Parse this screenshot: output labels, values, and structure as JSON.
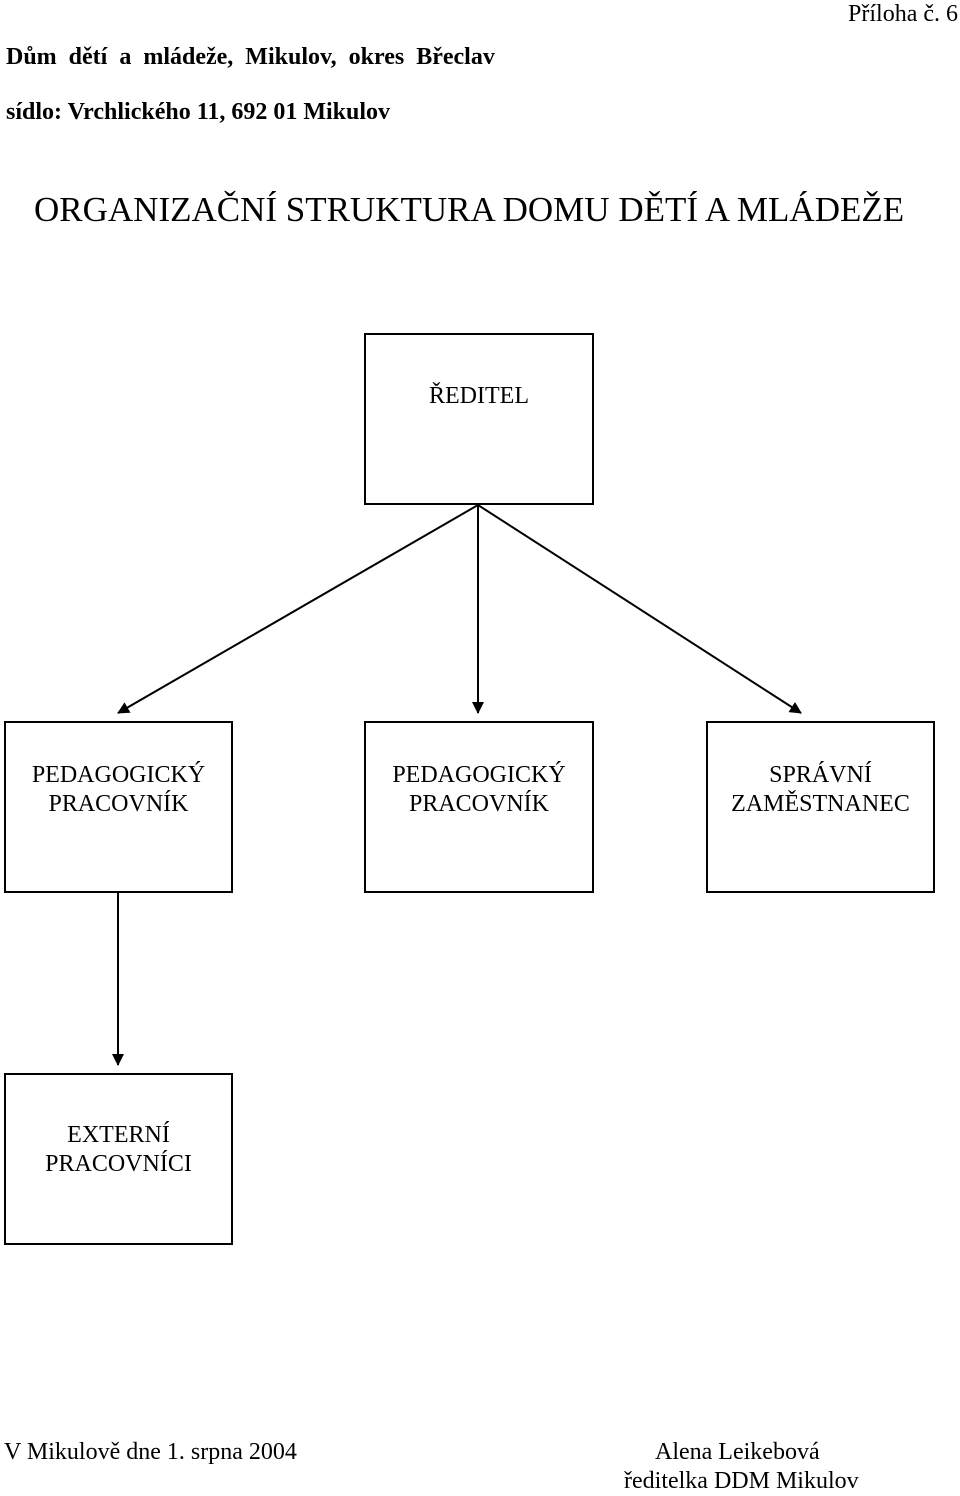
{
  "header": {
    "attachment": "Příloha č. 6",
    "org_name": "Dům dětí a mládeže, Mikulov, okres Břeclav",
    "org_seat": "sídlo: Vrchlického 11, 692 01 Mikulov"
  },
  "title": "ORGANIZAČNÍ STRUKTURA DOMU DĚTÍ A MLÁDEŽE",
  "nodes": {
    "director": {
      "line1": "ŘEDITEL"
    },
    "ped1": {
      "line1": "PEDAGOGICKÝ",
      "line2": "PRACOVNÍK"
    },
    "ped2": {
      "line1": "PEDAGOGICKÝ",
      "line2": "PRACOVNÍK"
    },
    "admin": {
      "line1": "SPRÁVNÍ",
      "line2": "ZAMĚSTNANEC"
    },
    "external": {
      "line1": "EXTERNÍ",
      "line2": "PRACOVNÍCI"
    }
  },
  "edges": [
    {
      "from": "director",
      "to": "ped1"
    },
    {
      "from": "director",
      "to": "ped2"
    },
    {
      "from": "director",
      "to": "admin"
    },
    {
      "from": "ped1",
      "to": "external"
    }
  ],
  "footer": {
    "place_date": "V Mikulově dne 1. srpna 2004",
    "signer_name": "Alena Leikebová",
    "signer_role": "ředitelka DDM Mikulov"
  }
}
